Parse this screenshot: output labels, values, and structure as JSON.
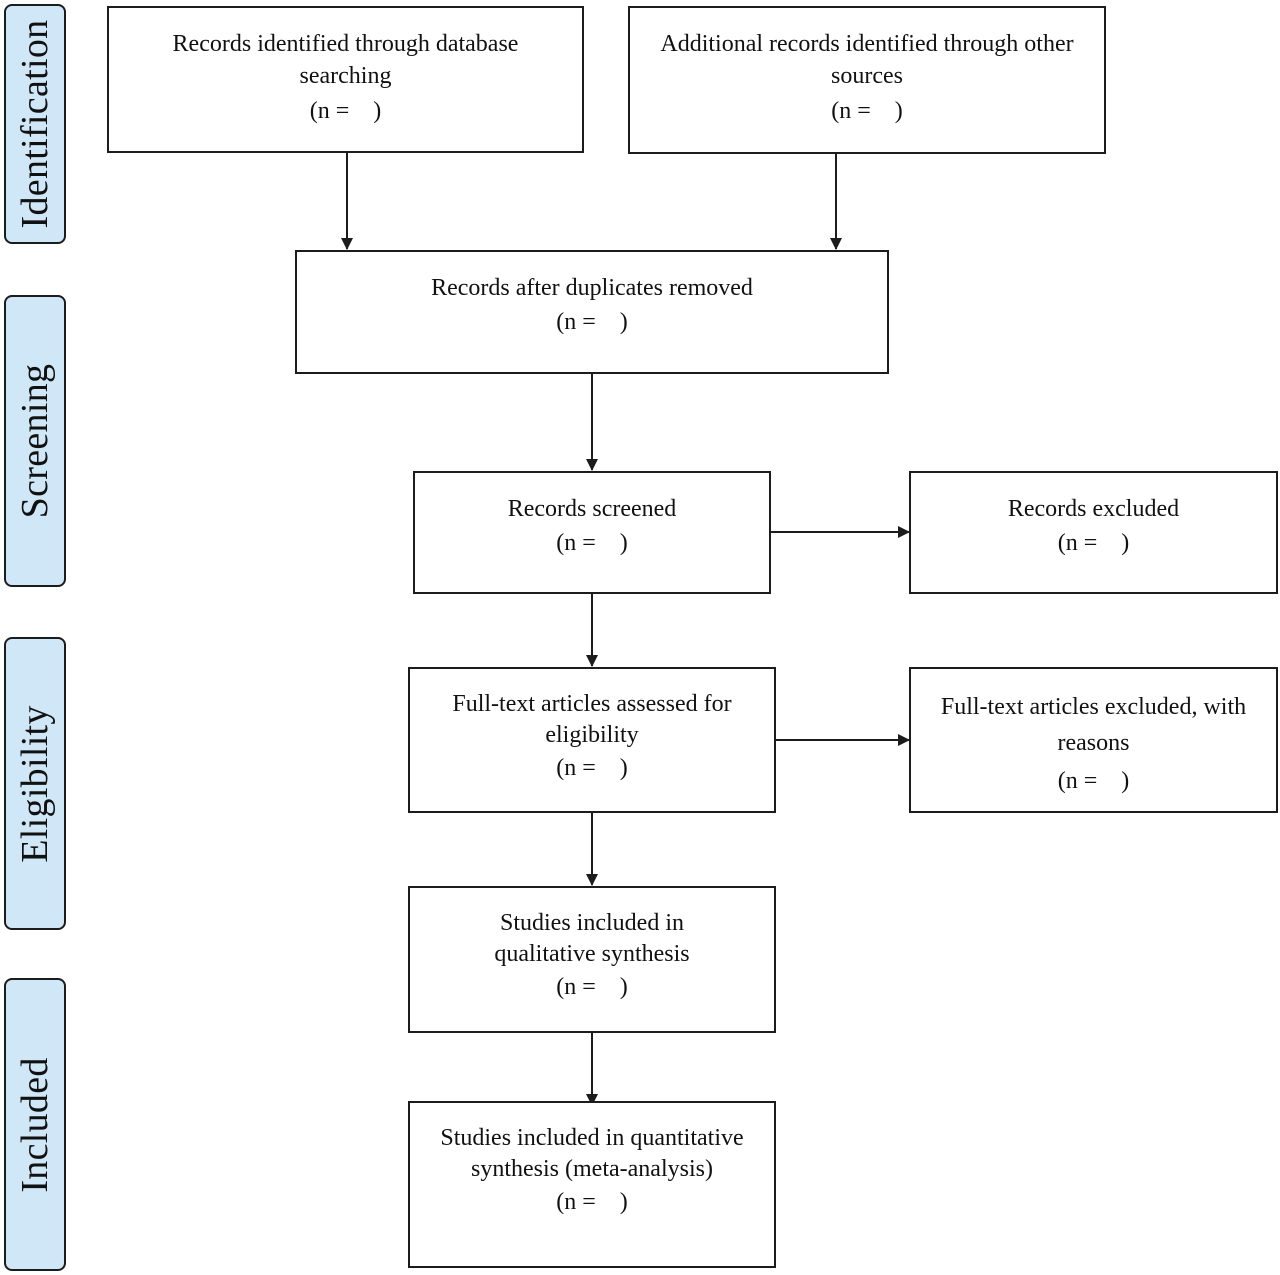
{
  "phases": {
    "identification": "Identification",
    "screening": "Screening",
    "eligibility": "Eligibility",
    "included": "Included"
  },
  "boxes": {
    "db_search": {
      "text": "Records identified through database searching",
      "count": "(n =    )"
    },
    "other_sources": {
      "text": "Additional records identified through other sources",
      "count": "(n =    )"
    },
    "after_duplicates": {
      "text": "Records after duplicates removed",
      "count": "(n =    )"
    },
    "screened": {
      "text": "Records screened",
      "count": "(n =    )"
    },
    "excluded": {
      "text": "Records excluded",
      "count": "(n =    )"
    },
    "fulltext_assessed": {
      "text": "Full-text articles assessed for eligibility",
      "count": "(n =    )"
    },
    "fulltext_excluded": {
      "text": "Full-text articles excluded, with reasons",
      "count": "(n =    )"
    },
    "qualitative": {
      "text": "Studies included in qualitative synthesis",
      "count": "(n =    )"
    },
    "quantitative": {
      "text": "Studies included in quantitative synthesis (meta-analysis)",
      "count": "(n =    )"
    }
  },
  "colors": {
    "phase_fill": "#cfe7f7",
    "stroke": "#1c1c1c"
  }
}
